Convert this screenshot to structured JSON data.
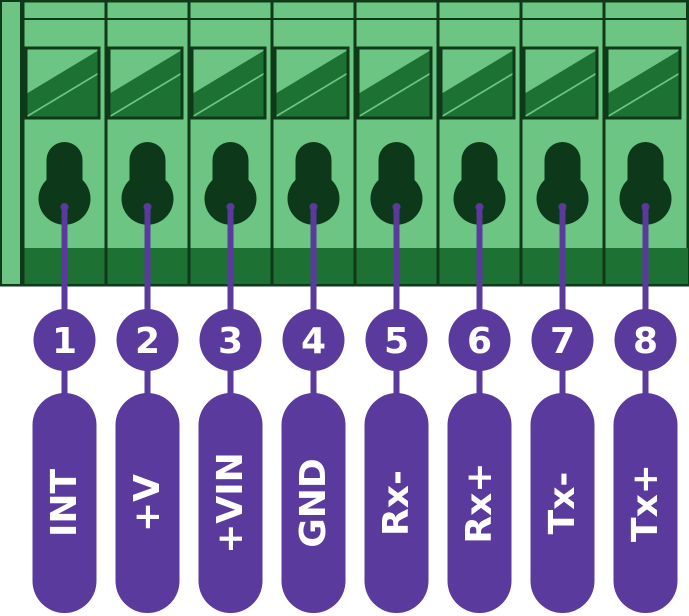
{
  "colors": {
    "housing_light": "#6cc582",
    "housing_dark": "#1d7132",
    "housing_outline": "#0e3a1a",
    "screw_slot": "#0d3819",
    "pin_purple": "#5b3a9e",
    "text_white": "#ffffff"
  },
  "pins": [
    {
      "number": "1",
      "label": "INT"
    },
    {
      "number": "2",
      "label": "+V"
    },
    {
      "number": "3",
      "label": "+VIN"
    },
    {
      "number": "4",
      "label": "GND"
    },
    {
      "number": "5",
      "label": "Rx-"
    },
    {
      "number": "6",
      "label": "Rx+"
    },
    {
      "number": "7",
      "label": "Tx-"
    },
    {
      "number": "8",
      "label": "Tx+"
    }
  ]
}
